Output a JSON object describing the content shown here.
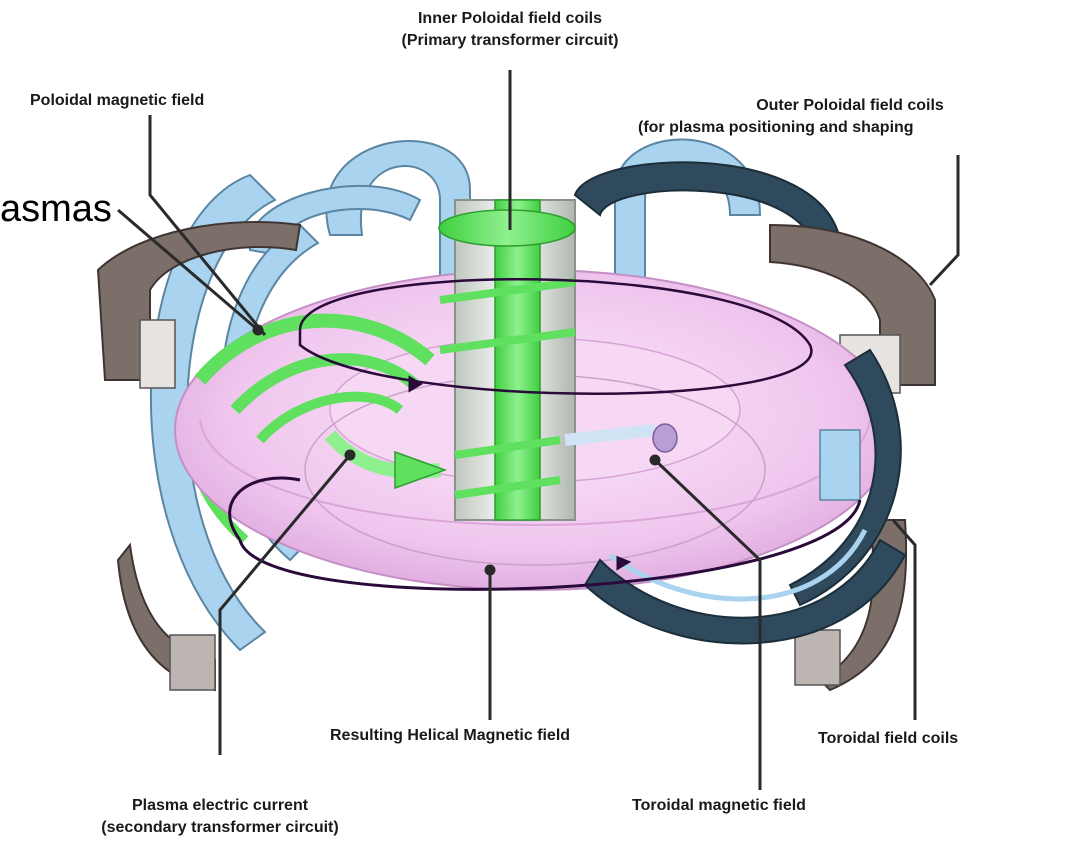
{
  "labels": {
    "inner_coils_line1": "Inner Poloidal field coils",
    "inner_coils_line2": "(Primary transformer circuit)",
    "poloidal_field": "Poloidal magnetic field",
    "outer_coils_line1": "Outer Poloidal field coils",
    "outer_coils_line2": "(for plasma positioning and shaping",
    "plasmas_fragment": "asmas",
    "helical_field": "Resulting Helical Magnetic field",
    "toroidal_coils": "Toroidal field coils",
    "plasma_current_line1": "Plasma electric current",
    "plasma_current_line2": "(secondary transformer circuit)",
    "toroidal_field": "Toroidal magnetic field"
  },
  "colors": {
    "coil_light_blue": "#a9d3ee",
    "coil_dark": "#2e4a5c",
    "plasma_pink": "#f0c6ee",
    "field_green": "#5fe05f",
    "solenoid_white": "#e8ece8",
    "leader_line": "#2a2a2a",
    "helical_line": "#2a0a3a",
    "bracket_gray": "#7c6f6a"
  },
  "icons": [
    "arrowhead-icon"
  ]
}
